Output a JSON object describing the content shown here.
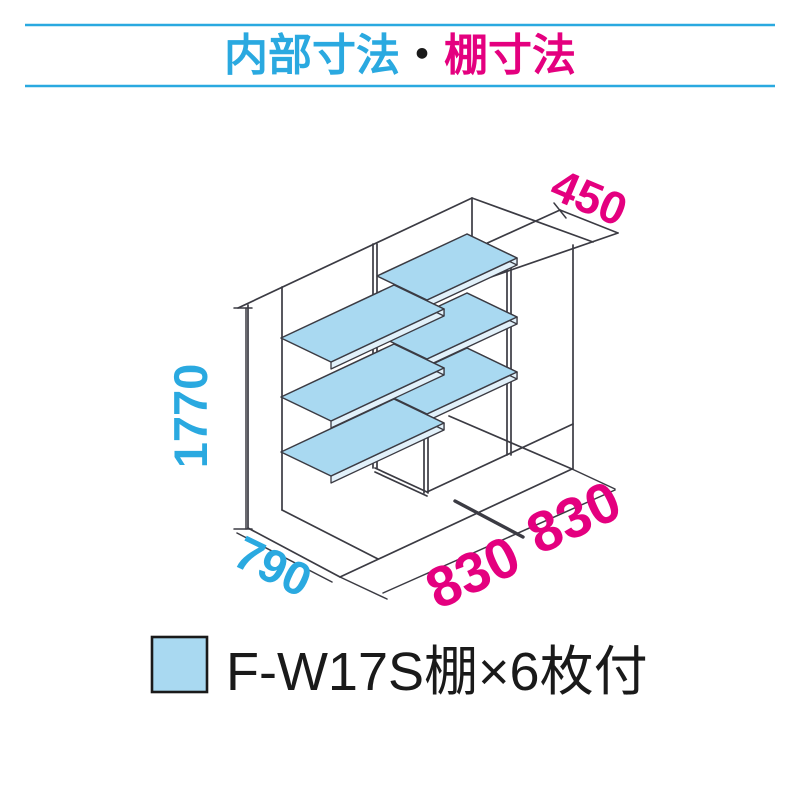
{
  "title": {
    "part1": "内部寸法",
    "separator": "・",
    "part2": "棚寸法"
  },
  "diagram": {
    "dim_depth_top": "450",
    "dim_height": "1770",
    "dim_depth_bottom": "790",
    "dim_width_left": "830",
    "dim_width_right": "830",
    "shelf_count": 6,
    "colors": {
      "cyan": "#2aa9e0",
      "pink": "#e4007f",
      "line": "#3b3b43",
      "shelf_fill": "#a9d9f1",
      "shelf_edge": "#e2f1fa"
    }
  },
  "legend": {
    "swatch_color": "#a9d9f1",
    "label": "F-W17S棚×6枚付"
  }
}
